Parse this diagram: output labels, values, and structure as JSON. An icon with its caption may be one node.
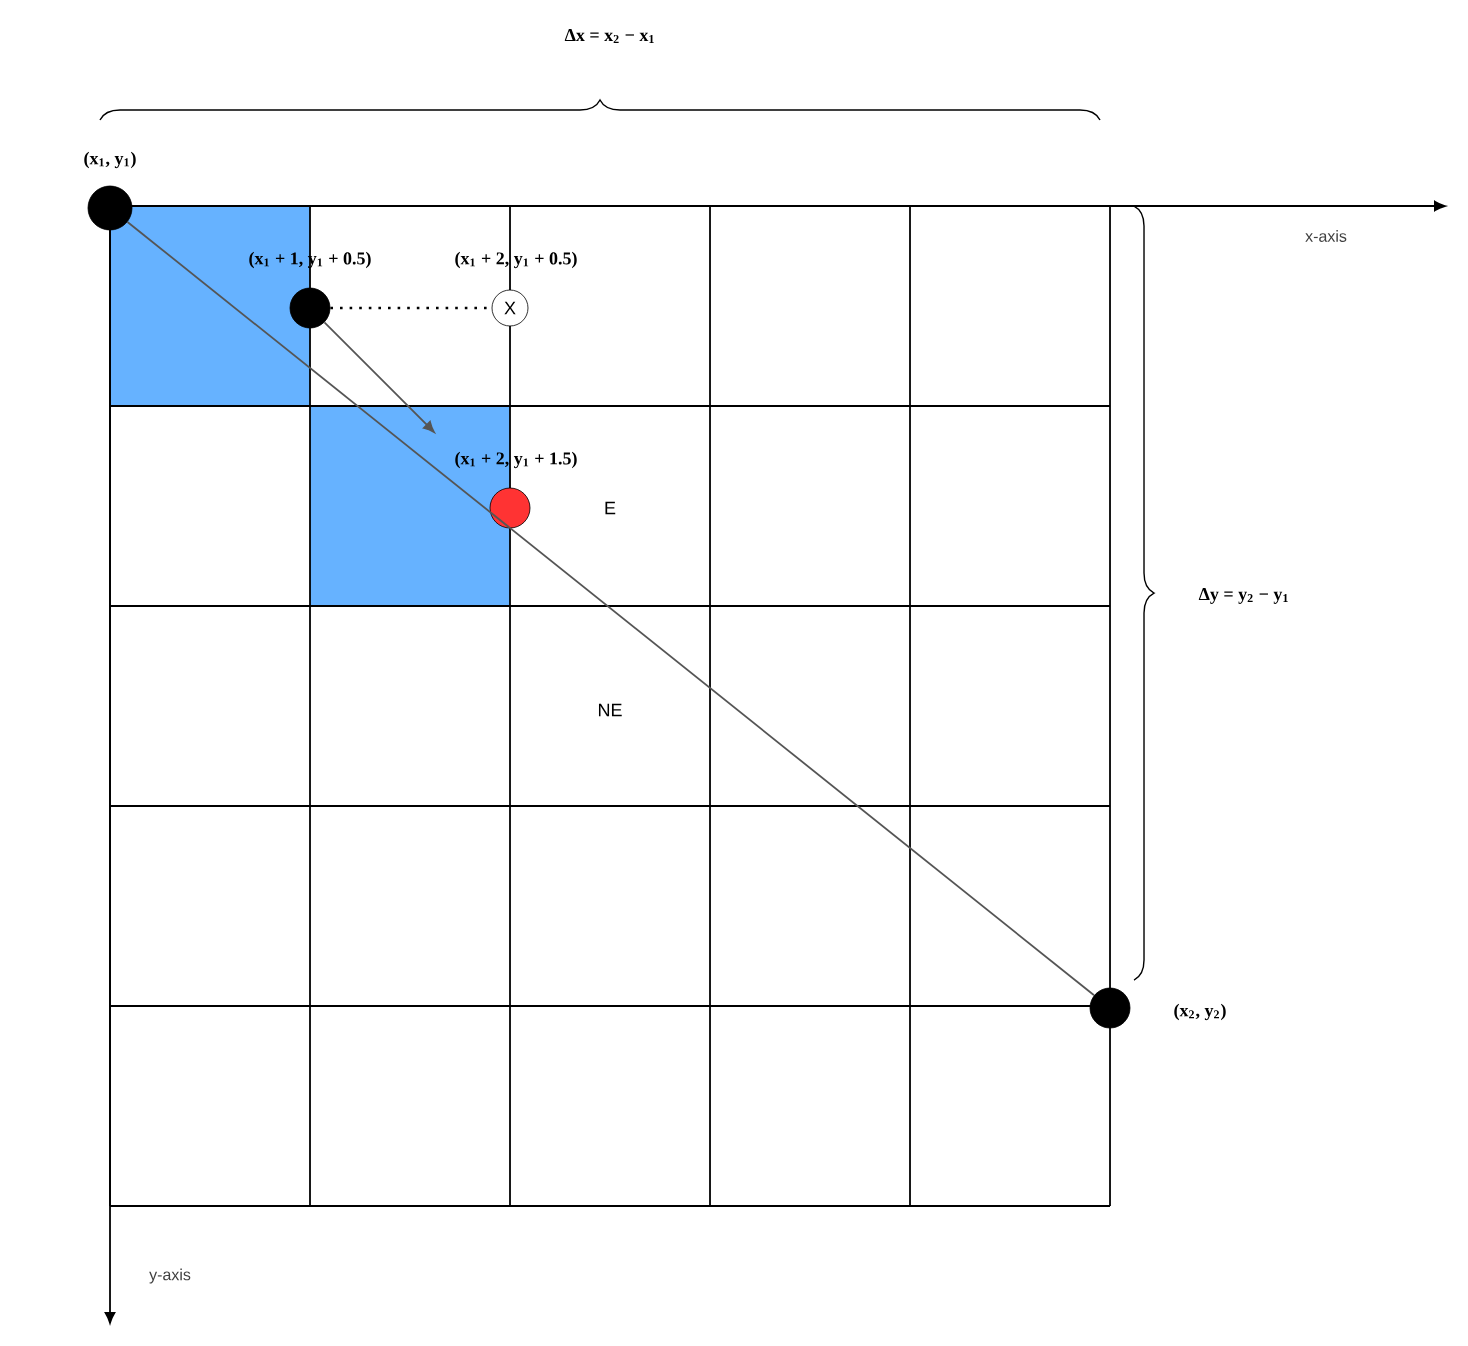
{
  "diagram": {
    "nodes": [
      {
        "text": [],
        "shape": "circle",
        "beside": [
          "(x$_{1}$, y$_{1}$)"
        ]
      },
      {
        "text": [],
        "shape": "circle",
        "beside": [
          "(x$_{1}$ + 1, y$_{1}$ + 0.5)"
        ]
      },
      {
        "text": [
          "X"
        ],
        "beside": [
          "(x$_{1}$ + 2, y$_{1}$ + 0.5)"
        ]
      },
      {
        "text": [],
        "shape": "circle",
        "beside": [
          "(x$_{1}$ + 2, y$_{1}$ + 1.5)"
        ]
      },
      {
        "text": [],
        "shape": "circle",
        "beside": [
          "(x$_{2}$, y$_{2}$)"
        ]
      }
    ],
    "edges": [
      {
        "from": 0,
        "to": 4,
        "arrow": "none"
      },
      {
        "from": 1,
        "to": 2,
        "arrow": "none",
        "style": "dashed",
        "color": "#000000"
      },
      {
        "from": 1,
        "to": 3,
        "arrow": "to"
      }
    ],
    "labels": [
      "Δx = x$_{2}$ − x$_{1}$",
      "Δy = y$_{2}$ − y$_{1}$",
      "x-axis",
      "E",
      "NE",
      "y-axis"
    ]
  }
}
